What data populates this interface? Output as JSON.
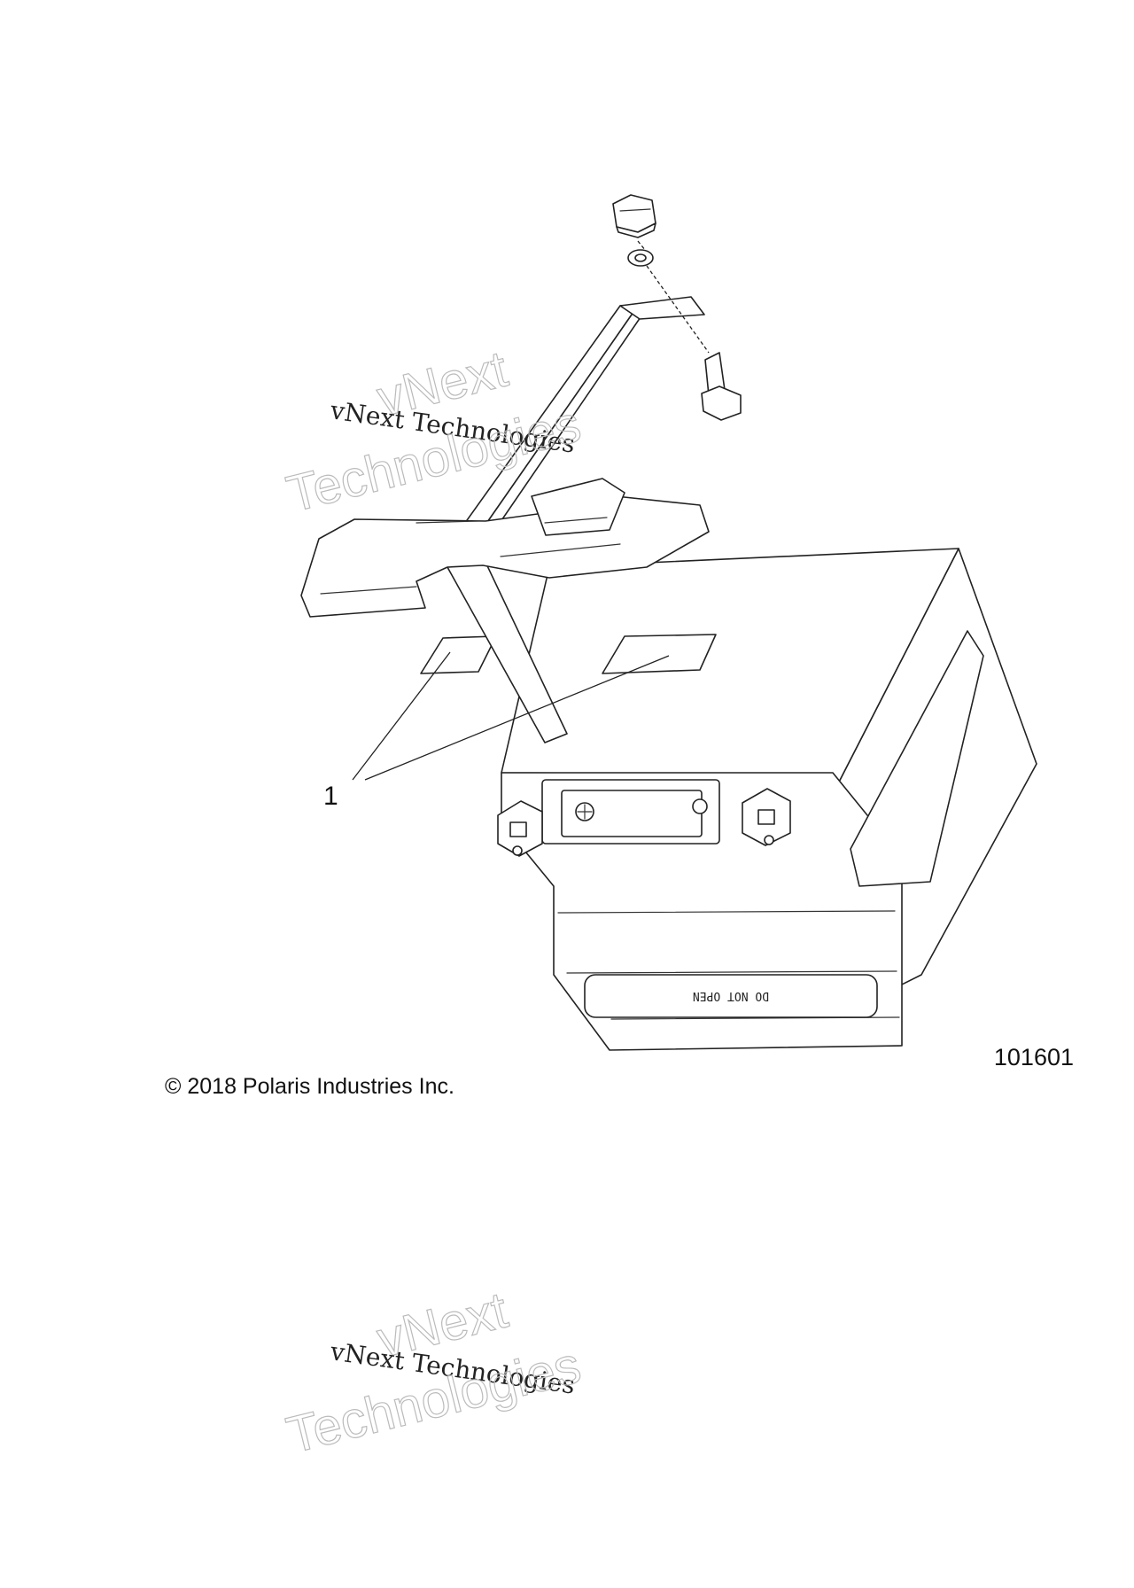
{
  "callout": {
    "label": "1"
  },
  "figure": {
    "number": "101601"
  },
  "copyright": "© 2018 Polaris Industries Inc.",
  "battery": {
    "label": "DO NOT OPEN"
  },
  "watermark": {
    "line1": "vNext Technologies",
    "outline1": "vNext",
    "outline2": "Technologies"
  }
}
